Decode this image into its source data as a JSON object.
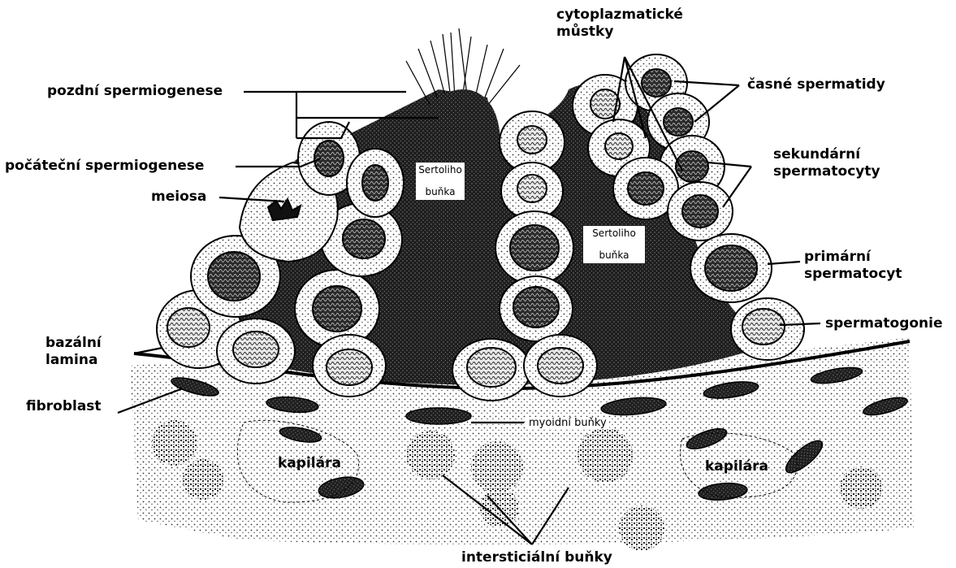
{
  "labels": {
    "cytoplasmic_bridges": [
      "cytoplazmatické",
      "můstky"
    ],
    "late_spermiogenesis": "pozdní spermiogenese",
    "early_spermatids": "časné spermatidy",
    "initial_spermiogenesis": "počáteční spermiogenese",
    "meiosis": "meiosa",
    "secondary_spermatocytes": [
      "sekundární",
      "spermatocyty"
    ],
    "sertoli_cell_left": [
      "Sertoliho",
      "buňka"
    ],
    "sertoli_cell_right": [
      "Sertoliho",
      "buňka"
    ],
    "primary_spermatocyte": [
      "primární",
      "spermatocyt"
    ],
    "spermatogonia": "spermatogonie",
    "basal_lamina": [
      "bazální",
      "lamina"
    ],
    "fibroblast": "fibroblast",
    "myoid_cells": "myoidní buňky",
    "capillary_left": "kapilára",
    "capillary_right": "kapilára",
    "interstitial_cells": "intersticiální buňky"
  },
  "colors": {
    "ink": "#000000",
    "paper": "#ffffff",
    "stipple": "#1a1a1a"
  }
}
